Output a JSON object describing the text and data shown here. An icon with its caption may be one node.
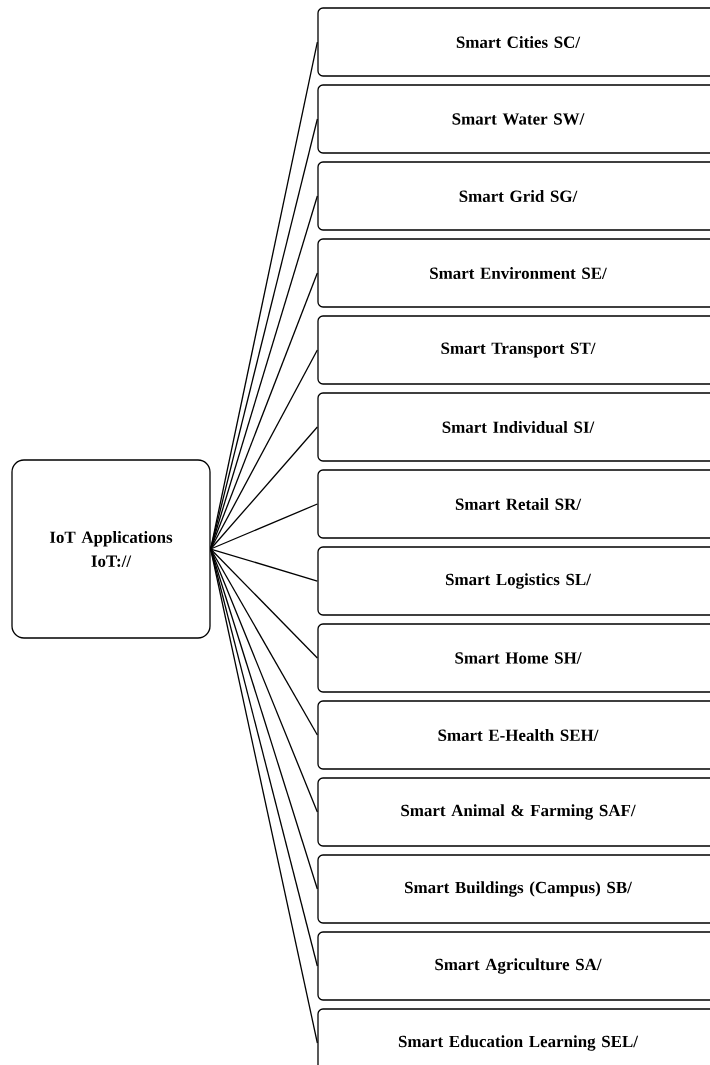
{
  "diagram": {
    "nodes": [
      {
        "text": [
          "IoT Applications IoT://"
        ]
      },
      {
        "text": [
          "Smart Cities SC/"
        ]
      },
      {
        "text": [
          "Smart Water SW/"
        ]
      },
      {
        "text": [
          "Smart Grid SG/"
        ]
      },
      {
        "text": [
          "Smart  Environment SE/"
        ]
      },
      {
        "text": [
          "Smart Transport ST/"
        ]
      },
      {
        "text": [
          "Smart Individual SI/"
        ]
      },
      {
        "text": [
          "Smart Retail SR/"
        ]
      },
      {
        "text": [
          "Smart Logistics SL/"
        ]
      },
      {
        "text": [
          "Smart Home SH/"
        ]
      },
      {
        "text": [
          "Smart E-Health SEH/"
        ]
      },
      {
        "text": [
          "Smart Animal & Farming SAF/"
        ]
      },
      {
        "text": [
          "Smart Buildings (Campus) SB/"
        ]
      },
      {
        "text": [
          "Smart  Agriculture SA/"
        ]
      },
      {
        "text": [
          "Smart Education Learning SEL/"
        ]
      }
    ],
    "edges": [
      {
        "from": 0,
        "to": 1,
        "arrow": "none"
      },
      {
        "from": 0,
        "to": 2,
        "arrow": "none"
      },
      {
        "from": 0,
        "to": 3,
        "arrow": "none"
      },
      {
        "from": 0,
        "to": 4,
        "arrow": "none"
      },
      {
        "from": 0,
        "to": 5,
        "arrow": "none"
      },
      {
        "from": 0,
        "to": 6,
        "arrow": "none"
      },
      {
        "from": 0,
        "to": 7,
        "arrow": "none"
      },
      {
        "from": 0,
        "to": 8,
        "arrow": "none"
      },
      {
        "from": 0,
        "to": 9,
        "arrow": "none"
      },
      {
        "from": 0,
        "to": 10,
        "arrow": "none"
      },
      {
        "from": 0,
        "to": 11,
        "arrow": "none"
      },
      {
        "from": 0,
        "to": 12,
        "arrow": "none"
      },
      {
        "from": 0,
        "to": 13,
        "arrow": "none"
      },
      {
        "from": 0,
        "to": 14,
        "arrow": "none"
      }
    ]
  }
}
